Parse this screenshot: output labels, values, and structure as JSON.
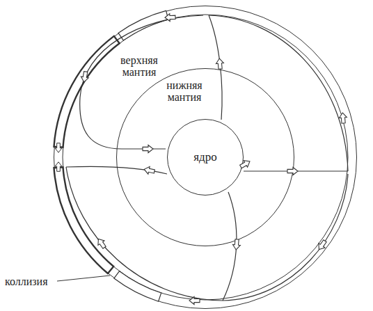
{
  "diagram": {
    "nodes": [
      {
        "text": [
          "верхняя мантия"
        ]
      },
      {
        "text": [
          "нижняя мантия"
        ],
        "in": 0
      },
      {
        "text": [
          "ядро"
        ],
        "in": 1
      }
    ],
    "labels": [
      "коллизия"
    ]
  }
}
